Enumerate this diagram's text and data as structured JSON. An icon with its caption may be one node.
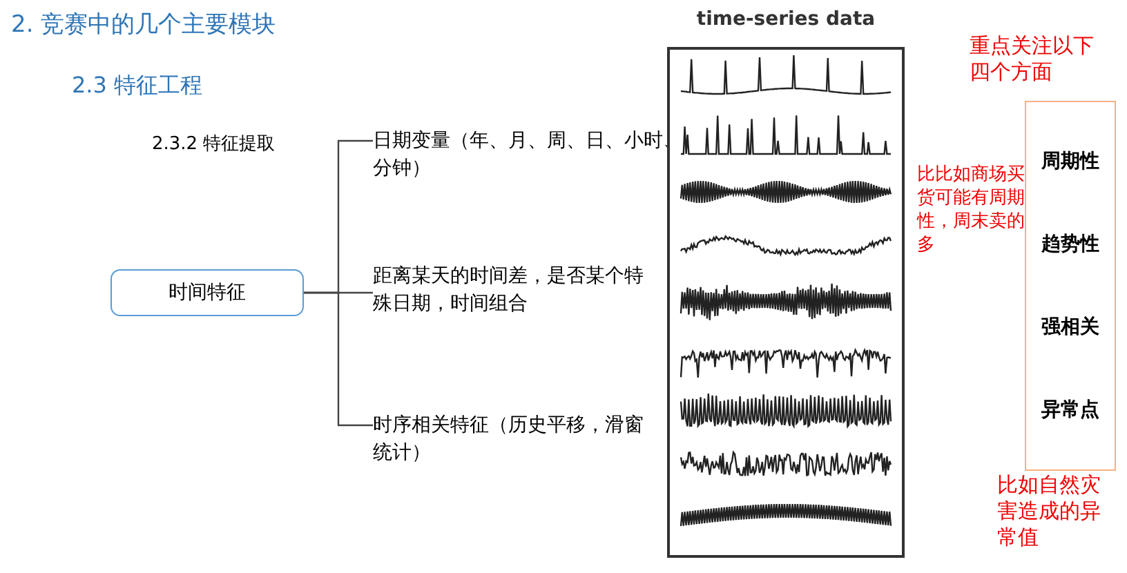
{
  "diagram": {
    "title": "2. 竞赛中的几个主要模块",
    "nodes": [
      {
        "text": [
          "时间特征"
        ]
      },
      {
        "text": [
          "日期变量（年、月、周、日、小时、分钟）"
        ]
      },
      {
        "text": [
          "距离某天的时间差，是否某个特殊日期，时间组合"
        ]
      },
      {
        "text": [
          "时序相关特征（历史平移，滑窗统计）"
        ]
      },
      {
        "text": [
          "time-series data"
        ]
      },
      {
        "text": [
          "周期性",
          "趋势性",
          "强相关",
          "异常点"
        ]
      }
    ],
    "edges": [
      {
        "from": 0,
        "to": 1,
        "arrow": "none"
      },
      {
        "from": 0,
        "to": 2,
        "arrow": "none"
      },
      {
        "from": 0,
        "to": 3,
        "arrow": "none"
      }
    ],
    "labels": [
      "2.3 特征工程",
      "2.3.2 特征提取",
      "重点关注以下四个方面",
      "比比如商场买货可能有周期性，周末卖的多",
      "比如自然灾害造成的异常值"
    ]
  }
}
